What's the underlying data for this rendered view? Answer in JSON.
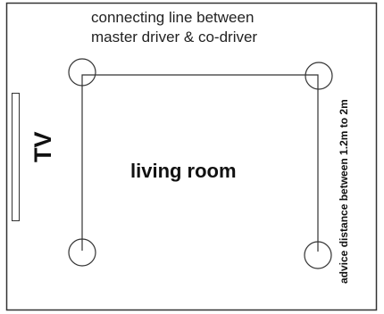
{
  "note": {
    "line1": "connecting line between",
    "line2": "master driver & co-driver"
  },
  "room_label": "living room",
  "tv_label": "TV",
  "advice_label": "advice distance between 1.2m to 2m",
  "colors": {
    "stroke": "#333333",
    "background": "#ffffff"
  }
}
